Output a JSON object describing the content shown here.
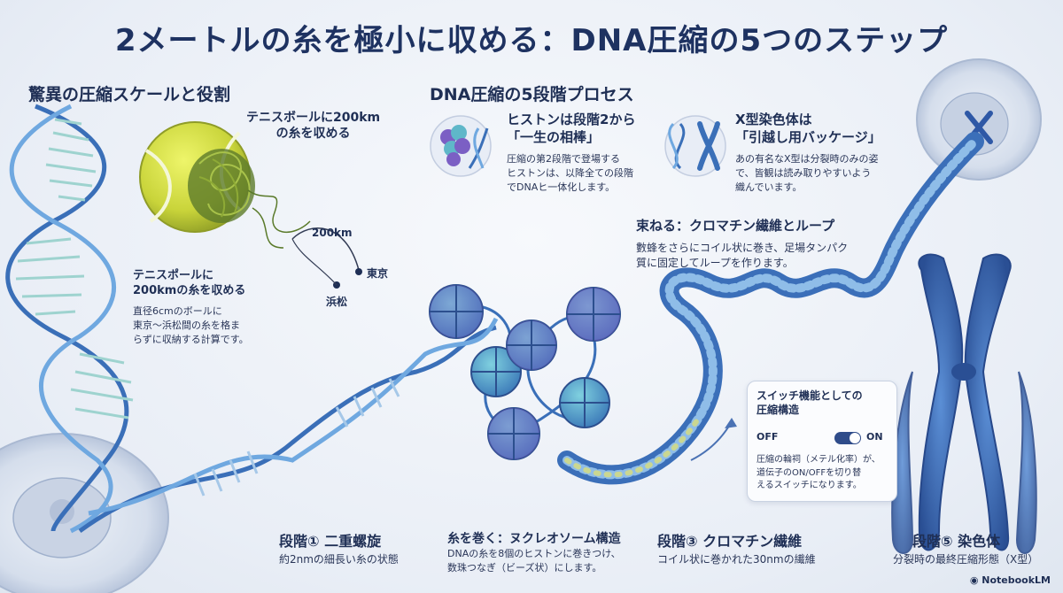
{
  "title": "2メートルの糸を極小に収める：DNA圧縮の5つのステップ",
  "left_section": {
    "heading": "驚異の圧縮スケールと役割",
    "tennis_caption": "テニスボールに200km\nの糸を収める",
    "distance_label": "200km",
    "city_tokyo": "東京",
    "city_hamamatsu": "浜松",
    "note_title": "テニスポールに\n200kmの糸を収める",
    "note_body": "直径6cmのボールに\n東京〜浜松間の糸を格ま\nらずに収納する計算です。"
  },
  "process_section": {
    "heading": "DNA圧縮の5段階プロセス",
    "histone_title": "ヒストンは段階2から\n「一生の相棒」",
    "histone_body": "圧縮の第2段階で登場する\nヒストンは、以降全ての段階\nでDNAヒ一体化します。",
    "xchrom_title": "X型染色体は\n「引越し用バッケージ」",
    "xchrom_body": "あの有名なX型は分裂時のみの姿\nで、皆観は読み取りやすいよう\n織んでいます。"
  },
  "loop_section": {
    "title": "束ねる：クロマチン繊維とループ",
    "body": "數蜂をさらにコイル状に巻き、足場タンパク\n質に固定してループを作ります。"
  },
  "switch_card": {
    "title": "スイッチ機能としての\n圧縮構造",
    "off_label": "OFF",
    "on_label": "ON",
    "body": "圧縮の輪祠（メテル化率）が、\n道伝子のON/OFFを切り替\nえるスイッチになります。"
  },
  "stages": [
    {
      "title": "段階① 二重螺旋",
      "desc": "約2nmの細長い糸の状態"
    },
    {
      "title": "糸を巻く：ヌクレオソーム構造",
      "desc": "DNAの糸を8個のヒストンに巻きつけ、\n数珠つなぎ（ビーズ状）にします。"
    },
    {
      "title": "段階③ クロマチン繊維",
      "desc": "コイル状に巻かれた30nmの繊維"
    },
    {
      "title": "段階⑤ 染色体",
      "desc": "分裂時の最終圧縮形態（X型）"
    }
  ],
  "brand": "NotebookLM",
  "colors": {
    "title": "#1e3261",
    "dna_blue": "#3a6fb8",
    "histone_purple": "#7b5fc4",
    "histone_teal": "#5fb7c9",
    "tennis_yellow": "#d7e24a",
    "thread_green": "#5a7a2a"
  },
  "icons": [
    "tennis-ball-icon",
    "histone-icon",
    "dna-icon",
    "x-chromosome-icon",
    "cell-icon",
    "toggle-icon",
    "notebooklm-logo-icon"
  ]
}
